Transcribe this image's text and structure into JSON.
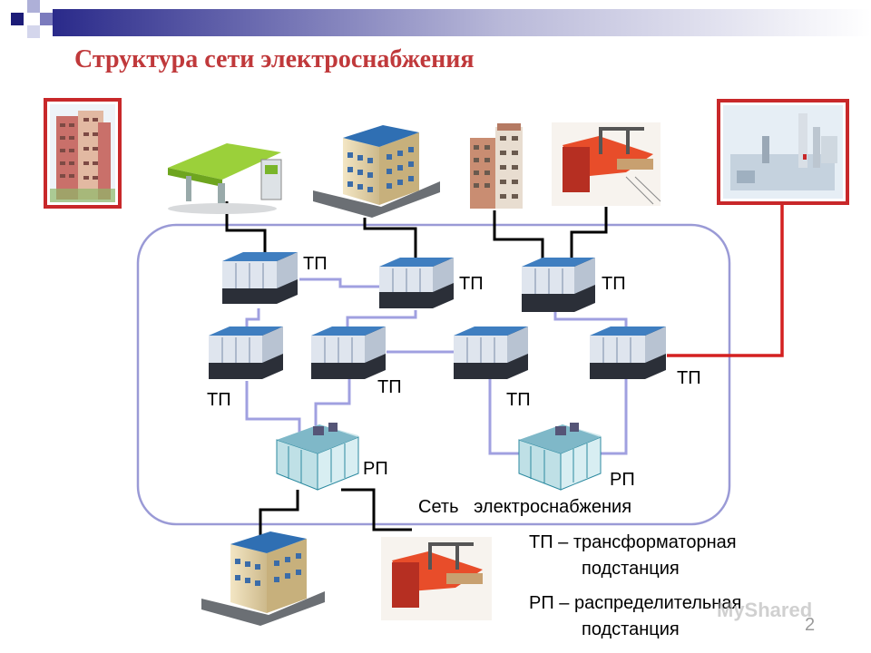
{
  "title": "Структура сети электроснабжения",
  "labels": {
    "tp": "ТП",
    "rp": "РП",
    "network": "Сеть   электроснабжения"
  },
  "legend": {
    "tp_line1": "ТП – трансформаторная",
    "tp_line2": "подстанция",
    "rp_line1": "РП – распределительная",
    "rp_line2": "подстанция"
  },
  "slide_number": "2",
  "watermark": "MyShared",
  "colors": {
    "title": "#c0393b",
    "network_border": "#9a9ad6",
    "feeder_line": "#a0a0e0",
    "consumer_line": "#000000",
    "industrial_line": "#d42020",
    "highlight_frame": "#c8282a"
  },
  "icons": [
    "apartment-tower-icon",
    "gas-station-icon",
    "office-building-icon",
    "residential-building-icon",
    "factory-machinery-icon",
    "industrial-plant-icon",
    "transformer-substation-icon",
    "distribution-substation-icon"
  ]
}
